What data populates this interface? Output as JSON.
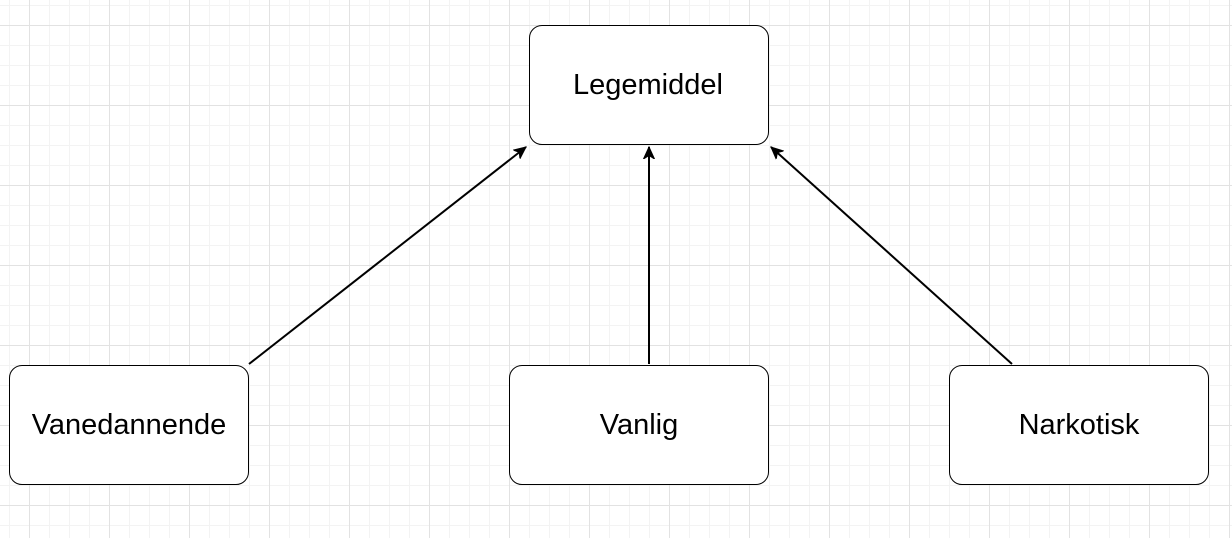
{
  "diagram": {
    "nodes": {
      "legemiddel": "Legemiddel",
      "vanedannende": "Vanedannende",
      "vanlig": "Vanlig",
      "narkotisk": "Narkotisk"
    },
    "edges": [
      {
        "from": "vanedannende",
        "to": "legemiddel",
        "arrow": "open-triangle"
      },
      {
        "from": "vanlig",
        "to": "legemiddel",
        "arrow": "open-triangle"
      },
      {
        "from": "narkotisk",
        "to": "legemiddel",
        "arrow": "open-triangle"
      }
    ],
    "colors": {
      "stroke": "#000000",
      "fill": "#ffffff",
      "grid": "#e2e2e2"
    }
  }
}
